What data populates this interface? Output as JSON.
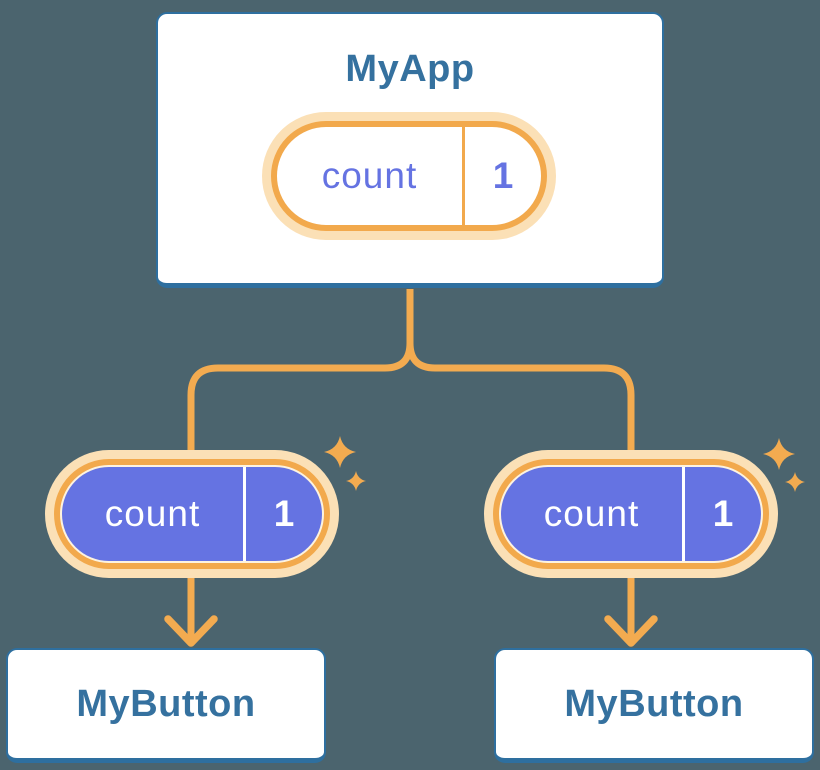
{
  "colors": {
    "background": "#4b646e",
    "card_border_blue": "#2e6f9f",
    "title_blue": "#35719f",
    "connector_orange": "#f3ab50",
    "pill_ring_orange": "#f2a94c",
    "pill_glow_peach": "#fbe0b6",
    "state_purple": "#6573e2",
    "pill_text_white": "#ffffff"
  },
  "root": {
    "title": "MyApp",
    "state": {
      "name": "count",
      "value": "1"
    }
  },
  "children": [
    {
      "title": "MyButton",
      "prop": {
        "name": "count",
        "value": "1"
      }
    },
    {
      "title": "MyButton",
      "prop": {
        "name": "count",
        "value": "1"
      }
    }
  ]
}
